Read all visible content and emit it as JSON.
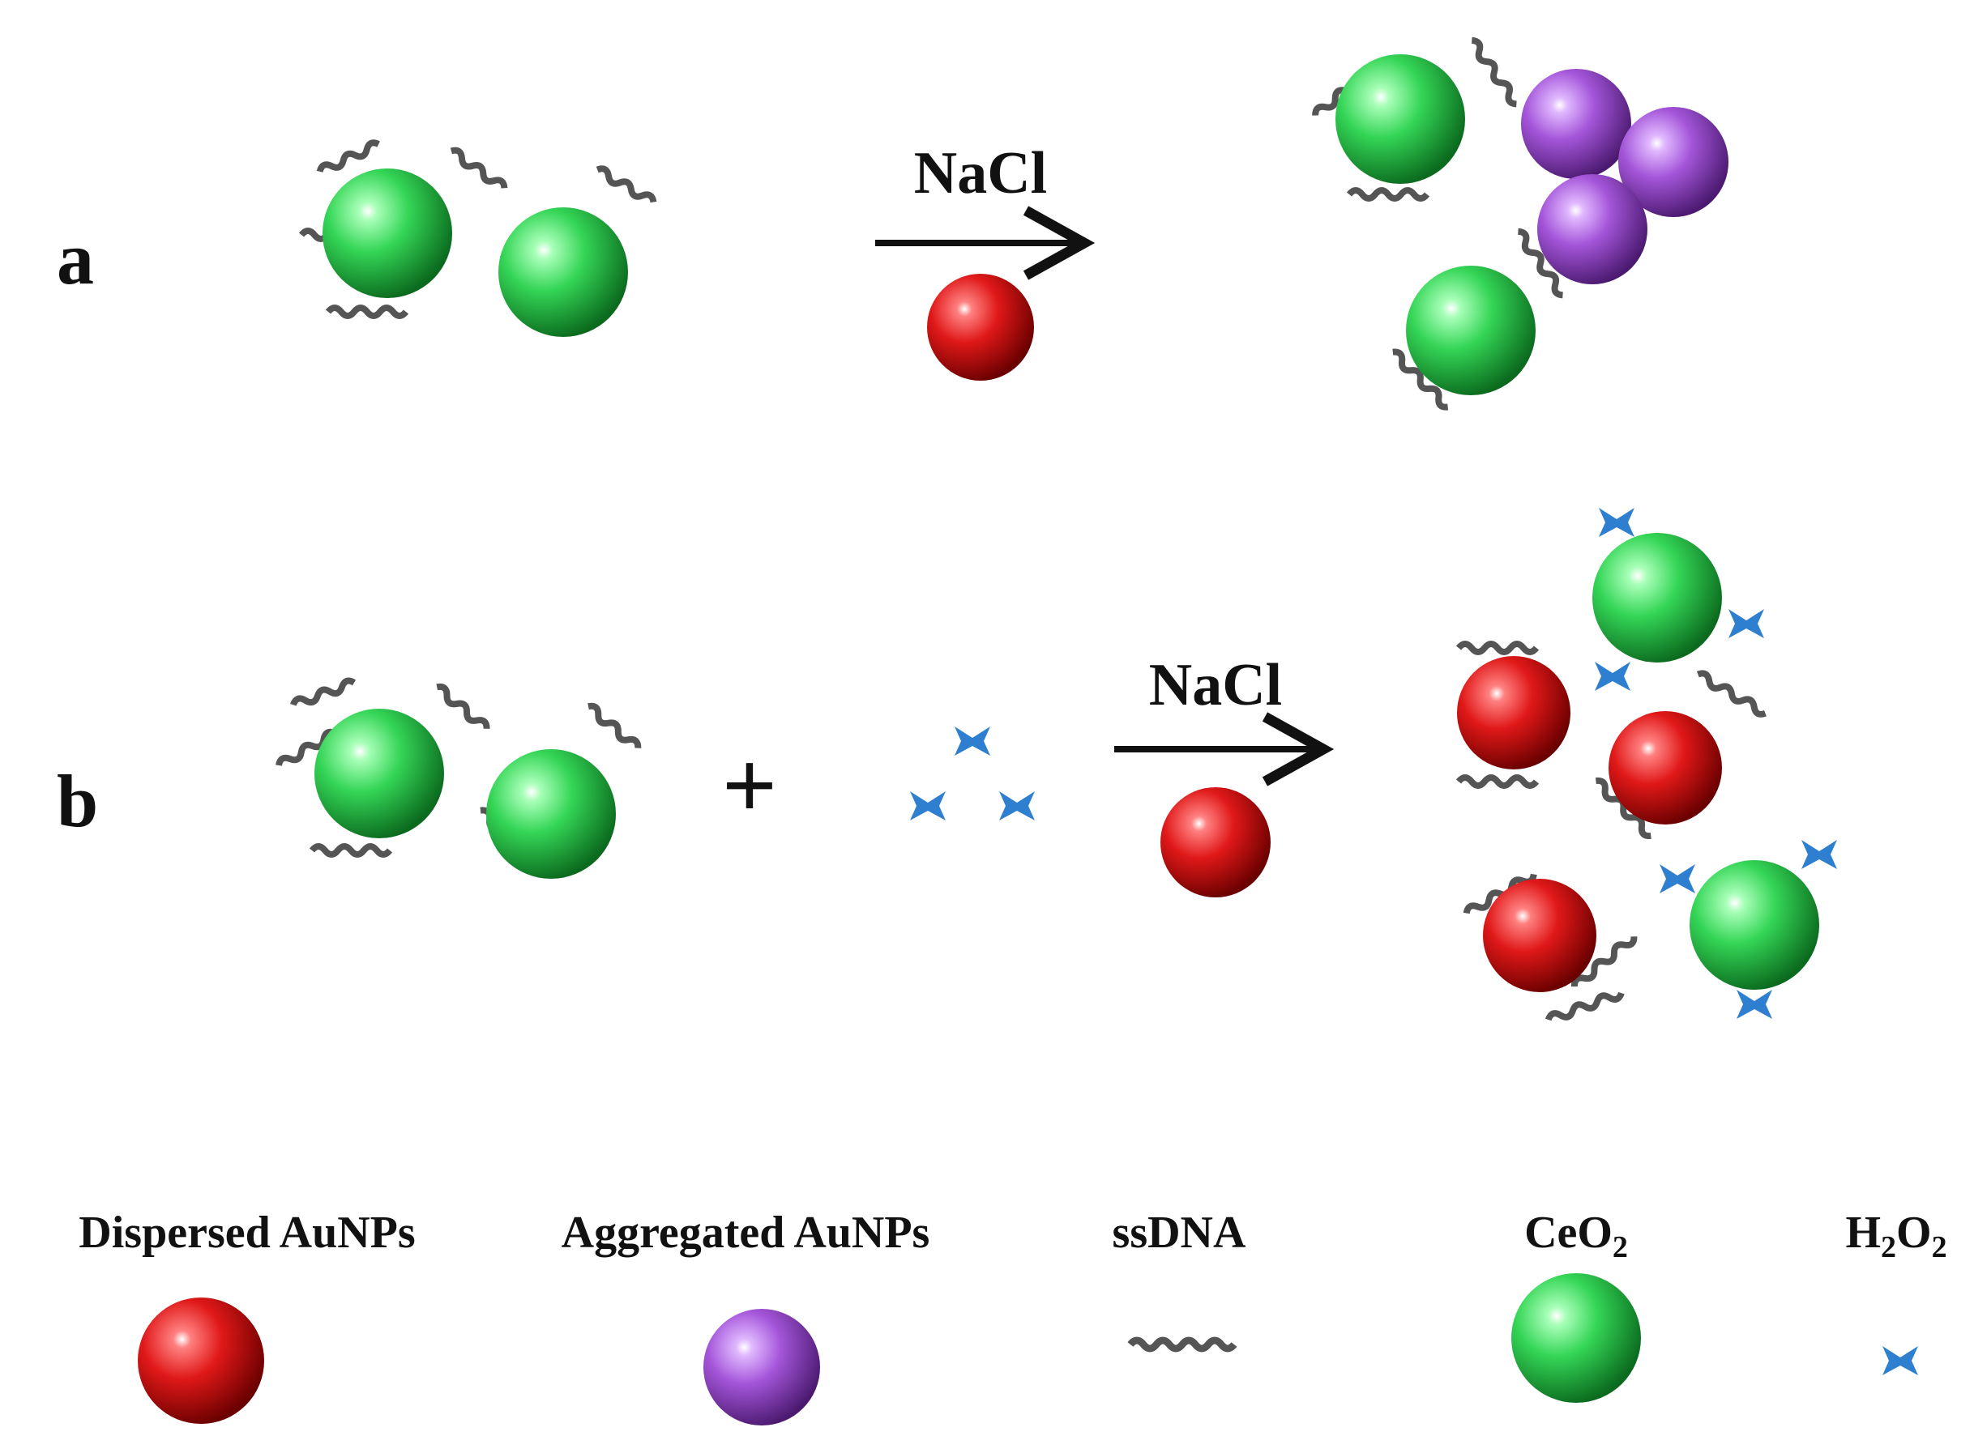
{
  "panels": [
    {
      "label": "a",
      "reagent": "NaCl"
    },
    {
      "label": "b",
      "reagent": "NaCl",
      "operator": "+"
    }
  ],
  "legend": [
    {
      "label": "Dispersed AuNPs",
      "icon": "red-sphere-icon"
    },
    {
      "label": "Aggregated AuNPs",
      "icon": "purple-sphere-icon"
    },
    {
      "label": "ssDNA",
      "icon": "wavy-strand-icon"
    },
    {
      "label": "CeO",
      "subscript": "2",
      "icon": "green-sphere-icon"
    },
    {
      "label_parts": [
        "H",
        "2",
        "O",
        "2"
      ],
      "icon": "blue-x-icon"
    }
  ],
  "colors": {
    "dispersed_aunp": "#e02020",
    "aggregated_aunp": "#a050d8",
    "ceo2": "#30d050",
    "ssdna": "#555555",
    "h2o2": "#2f7fd0",
    "arrow": "#111111"
  }
}
